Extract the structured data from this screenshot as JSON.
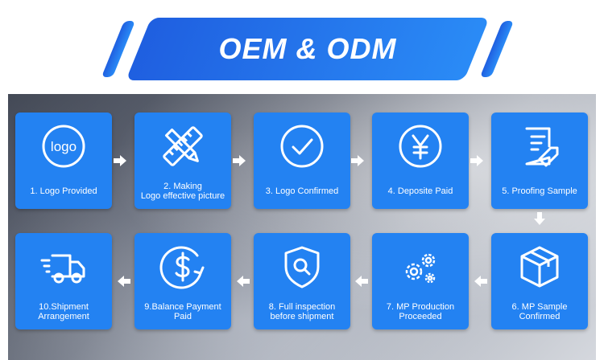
{
  "banner": {
    "title": "OEM & ODM"
  },
  "steps": [
    {
      "label": "1. Logo Provided",
      "icon": "logo-circle-icon",
      "logo_text": "logo"
    },
    {
      "label": "2. Making\nLogo effective picture",
      "icon": "pencil-ruler-icon"
    },
    {
      "label": "3. Logo Confirmed",
      "icon": "checkmark-circle-icon"
    },
    {
      "label": "4. Deposite Paid",
      "icon": "yen-coin-icon"
    },
    {
      "label": "5. Proofing Sample",
      "icon": "document-tag-icon"
    },
    {
      "label": "6. MP Sample\nConfirmed",
      "icon": "box-icon"
    },
    {
      "label": "7. MP Production\nProceeded",
      "icon": "gears-icon"
    },
    {
      "label": "8. Full inspection\nbefore shipment",
      "icon": "shield-search-icon"
    },
    {
      "label": "9.Balance Payment\nPaid",
      "icon": "dollar-circle-icon"
    },
    {
      "label": "10.Shipment\nArrangement",
      "icon": "delivery-truck-icon"
    }
  ],
  "colors": {
    "card": "#2382f2",
    "banner": "#2a8bf6",
    "arrow": "#ffffff"
  }
}
